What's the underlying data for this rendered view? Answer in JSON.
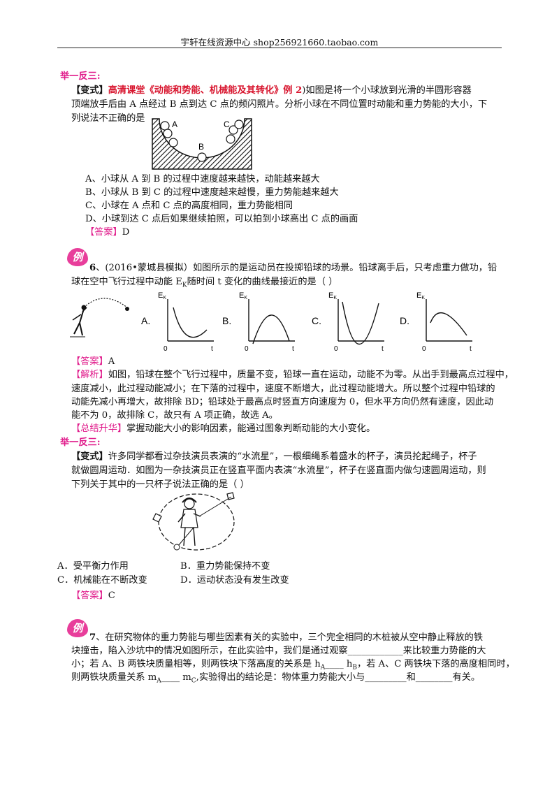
{
  "header": {
    "text": "宇轩在线资源中心   shop256921660.taobao.com"
  },
  "section1": {
    "heading": "举一反三:",
    "bracket_l": "【变式】",
    "source": "高清课堂《动能和势能、机械能及其转化》例 2",
    "lines": [
      ")如图是将一个小球放到光滑的半圆形容器",
      "顶端放手后由 A 点经过 B 点到达 C 点的频闪照片。分析小球在不同位置时动能和重力势能的大小，下",
      "列说法不正确的是"
    ],
    "figure_labels": [
      "A",
      "B",
      "C"
    ],
    "options": [
      "A、小球从 A 到 B 的过程中速度越来越快，动能越来越大",
      "B、小球从 B 到 C 的过程中速度越来越慢，重力势能越来越大",
      "C、小球在 A 点和 C 点的高度相同，重力势能相同",
      "D、小球到达 C 点后如果继续拍照，可以拍到小球高出 C 点的画面"
    ],
    "answer_label": "【答案】",
    "answer": "D"
  },
  "q6": {
    "badge": "例",
    "number": "6",
    "lines": [
      "、(2016•蒙城县模拟）如图所示的是运动员在投掷铅球的场景。铅球离手后，只考虑重力做功，铅",
      "球在空中飞行过程中动能 E",
      "随时间 t 变化的曲线最接近的是（      ）"
    ],
    "sub": "K",
    "charts": [
      {
        "label": "A.",
        "ylab": "E",
        "ysub": "K",
        "x0": "0",
        "xt": "t"
      },
      {
        "label": "B.",
        "ylab": "E",
        "ysub": "K",
        "x0": "0",
        "xt": "t"
      },
      {
        "label": "C.",
        "ylab": "E",
        "ysub": "K",
        "x0": "0",
        "xt": "t"
      },
      {
        "label": "D.",
        "ylab": "E",
        "ysub": "K",
        "x0": "0",
        "xt": "t"
      }
    ],
    "answer_label": "【答案】",
    "answer": "A",
    "analysis_label": "【解析】",
    "analysis": [
      "如图，铅球在整个飞行过程中，质量不变，铅球一直在运动，动能不为零。从出手到最高点过程中，",
      "速度减小，此过程动能减小；在下落的过程中，速度不断增大，此过程动能增大。所以整个过程中铅球的",
      "动能先减小再增大，故排除 BD；铅球处于最高点时竖直方向速度为 0，但水平方向仍然有速度，因此动",
      "能不为 0，故排除 C，故只有 A 项正确，故选 A。"
    ],
    "summary_label": "【总结升华】",
    "summary": "掌握动能大小的影响因素，能通过图象判断动能的大小变化。"
  },
  "section2": {
    "heading": "举一反三:",
    "bracket": "【变式】",
    "lines": [
      "许多同学都看过杂技演员表演的“水流星”，一根细绳系着盛水的杯子，演员抡起绳子，杯子",
      "就做圆周运动．如图为一杂技演员正在竖直平面内表演“水流星”，杯子在竖直面内做匀速圆周运动，则",
      "下列关于其中的一只杯子说法正确的是（      ）"
    ],
    "options": [
      "A．受平衡力作用",
      "B．重力势能保持不变",
      "C．机械能在不断改变",
      "D．运动状态没有发生改变"
    ],
    "answer_label": "【答案】",
    "answer": "C"
  },
  "q7": {
    "badge": "例",
    "number": "7",
    "lines": [
      "、在研究物体的重力势能与哪些因素有关的实验中，三个完全相同的木桩被从空中静止释放的铁",
      "块撞击，陷入沙坑中的情况如图所示，在此实验中，我们是通过观察____________来比较重力势能的大",
      "小；若 A、B 两铁块质量相等，则两铁块下落高度的关系是 h",
      "____  h",
      "，若 A、C 两铁块下落的高度相同时，",
      "则两铁块质量关系 m",
      "____  m",
      ",实验得出的结论是：物体重力势能大小与_________和________有关。"
    ],
    "subs": [
      "A",
      "B",
      "A",
      "C"
    ]
  }
}
